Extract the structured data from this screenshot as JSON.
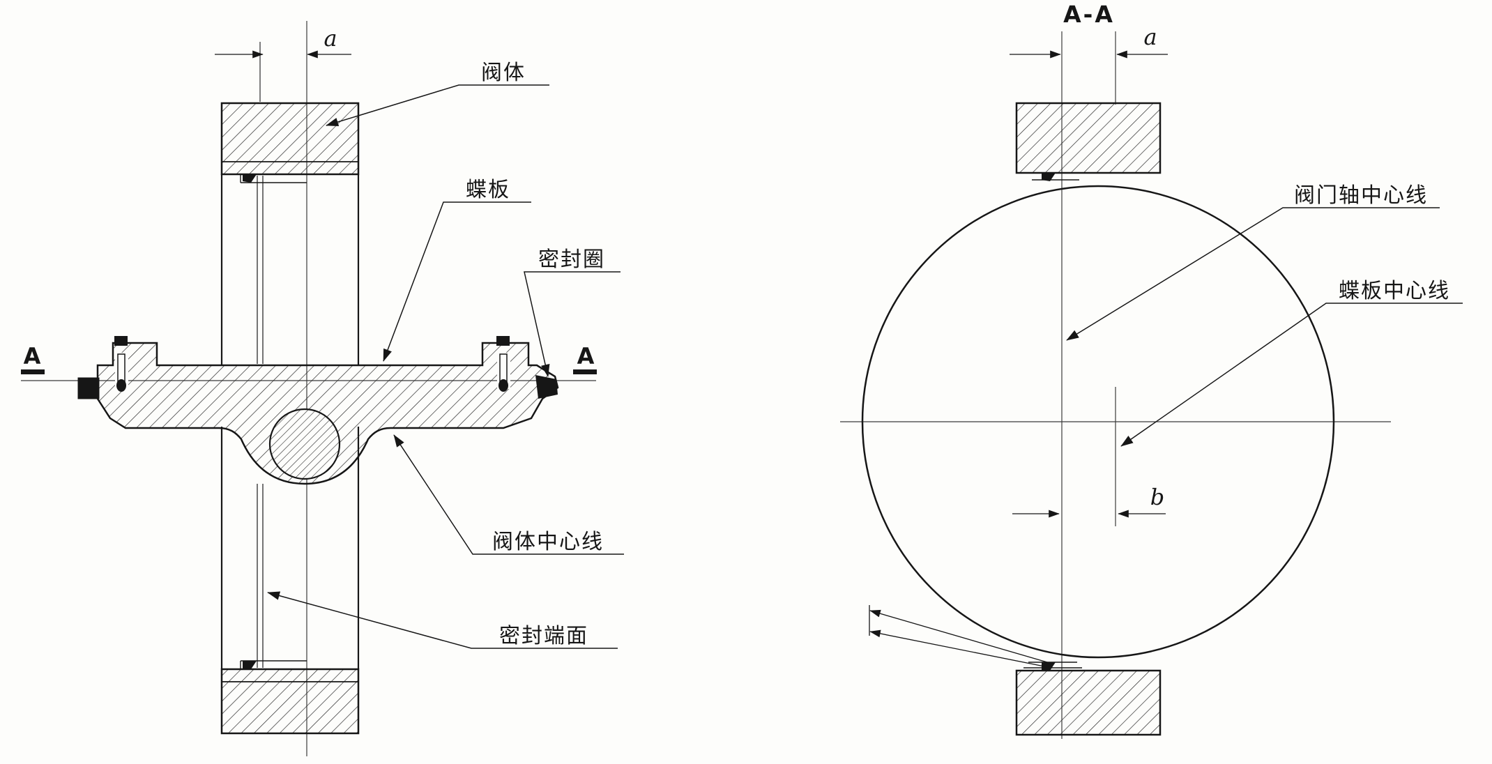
{
  "left_view": {
    "dim_a": "a",
    "section_label_left": "A",
    "section_label_right": "A",
    "label_valve_body": "阀体",
    "label_disc": "蝶板",
    "label_seal_ring": "密封圈",
    "label_body_centerline": "阀体中心线",
    "label_sealing_face": "密封端面"
  },
  "right_view": {
    "title": "A-A",
    "dim_a": "a",
    "dim_b": "b",
    "label_shaft_centerline": "阀门轴中心线",
    "label_disc_centerline": "蝶板中心线"
  }
}
